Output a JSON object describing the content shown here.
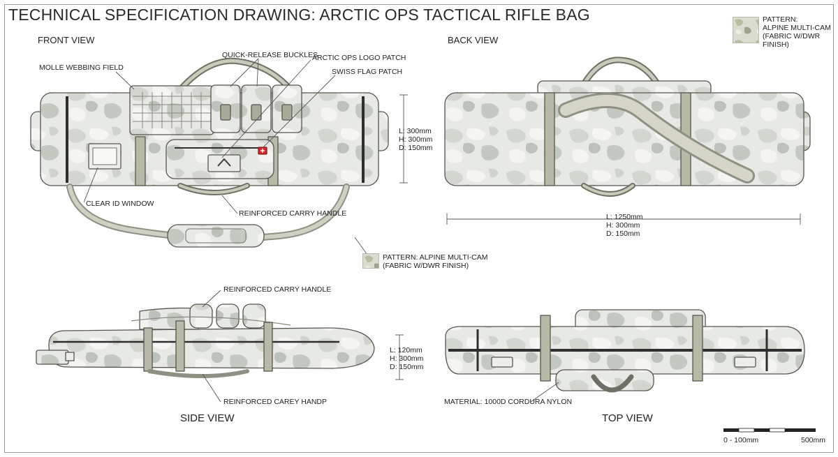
{
  "title": "TECHNICAL SPECIFICATION DRAWING: ARCTIC OPS TACTICAL RIFLE BAG",
  "views": {
    "front": "FRONT VIEW",
    "back": "BACK VIEW",
    "side": "SIDE VIEW",
    "top": "TOP VIEW"
  },
  "callouts": {
    "molle": "MOLLE WEBBING FIELD",
    "buckles": "QUICK-RELEASE BUCKLES",
    "logo_patch": "ARCTIC OPS LOGO PATCH",
    "swiss_patch": "SWISS FLAG PATCH",
    "id_window": "CLEAR ID WINDOW",
    "front_handle": "REINFORCED CARRY HANDLE",
    "side_handle_top": "REINFORCED CARRY HANDLE",
    "side_handle_bottom": "REINFORCED CAREY HANDP",
    "material": "MATERIAL: 1000D CORDURA NYLON"
  },
  "pattern_legend": {
    "corner_line1": "PATTERN:",
    "corner_line2": "ALPINE MULTI-CAM",
    "corner_line3": "(FABRIC W/DWR",
    "corner_line4": "FINISH)",
    "mid_line1": "PATTERN: ALPINE MULTI-CAM",
    "mid_line2": "(FABRIC W/DWR FINISH)"
  },
  "dimensions": {
    "front": [
      "L: 300mm",
      "H: 300mm",
      "D: 150mm"
    ],
    "back": [
      "L: 1250mm",
      "H: 300mm",
      "D: 150mm"
    ],
    "side": [
      "L: 120mm",
      "H: 300mm",
      "D: 150mm"
    ]
  },
  "scale_bar": {
    "left_label": "0 - 100mm",
    "right_label": "500mm"
  },
  "colors": {
    "outline": "#55564e",
    "fabric_base": "#e6e8e4",
    "camo_light": "#f4f5f2",
    "camo_mid": "#cfd3cc",
    "camo_dark": "#b9beb6",
    "webbing": "#b8b9a6",
    "zipper": "#2e2e2e",
    "flag_red": "#d8262b"
  }
}
